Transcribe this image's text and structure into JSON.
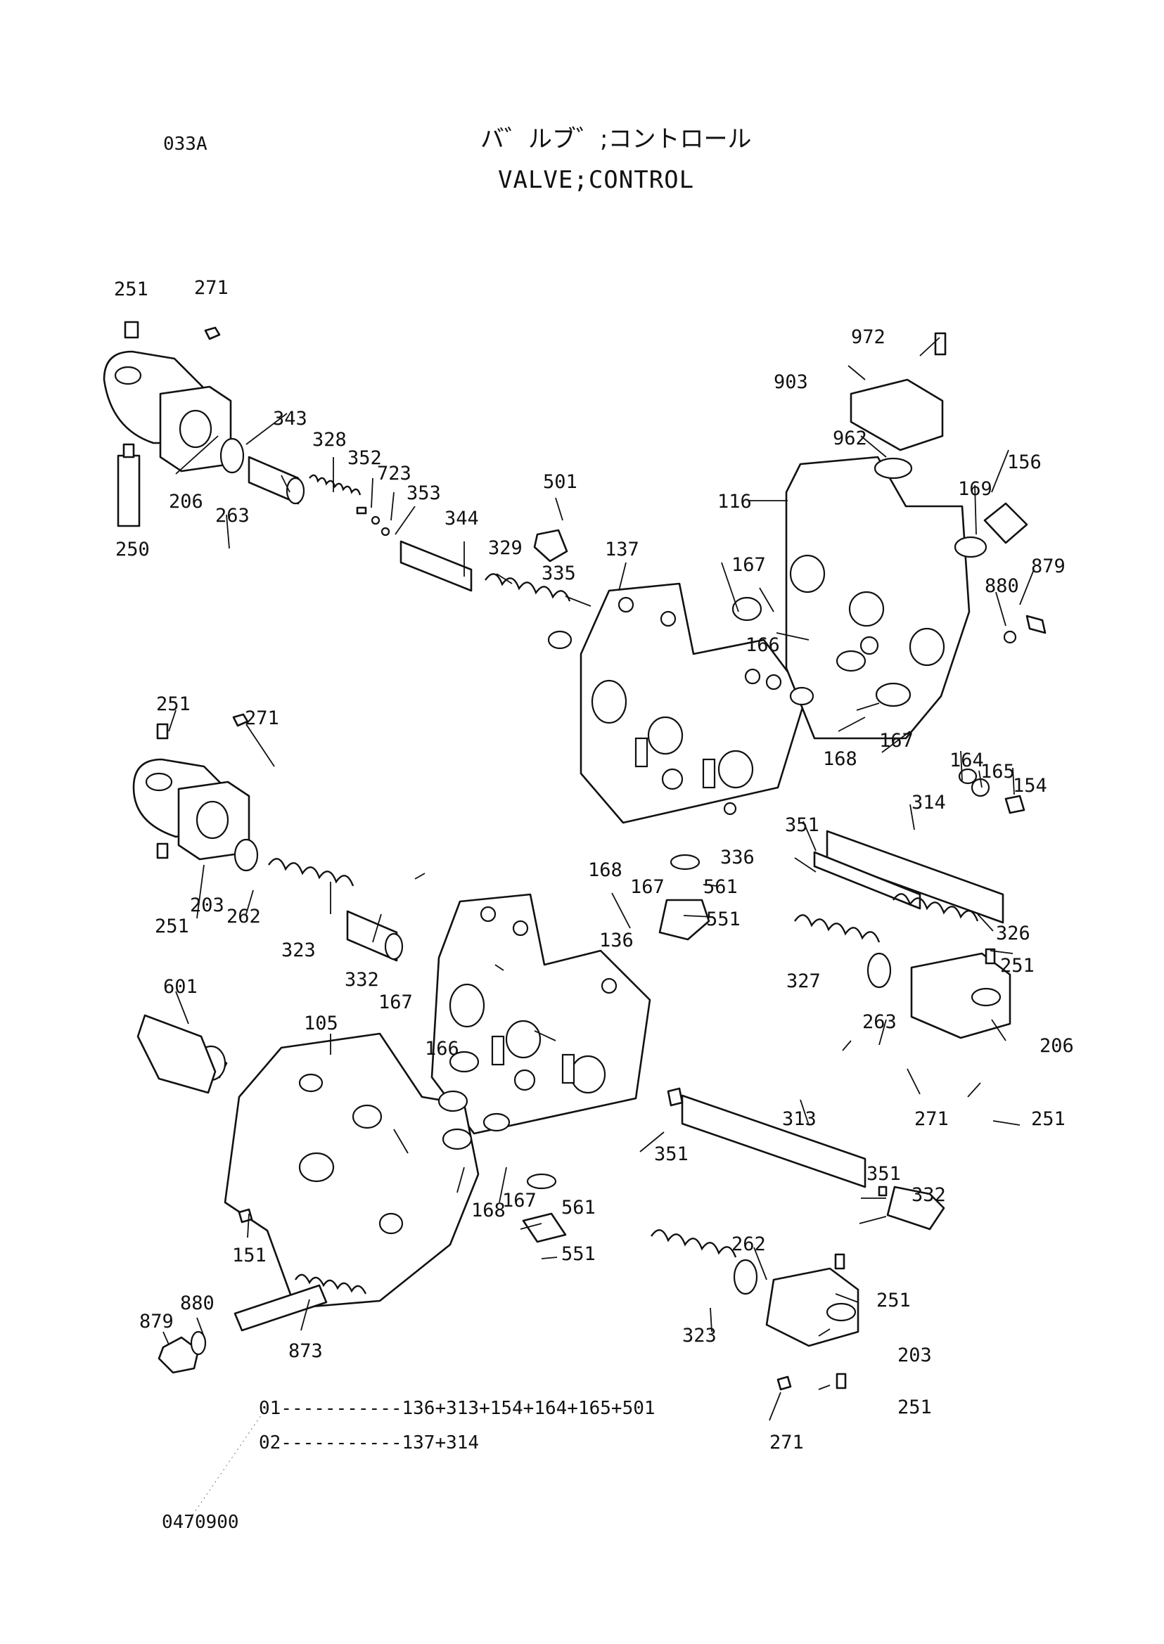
{
  "header": {
    "code": "033A",
    "title_jp": "バ゛ルブ゛;コントロール",
    "title_en": "VALVE;CONTROL"
  },
  "kits": [
    {
      "no": "01",
      "dots": "-----------",
      "parts": "136+313+154+164+165+501"
    },
    {
      "no": "02",
      "dots": "-----------",
      "parts": "137+314"
    }
  ],
  "drawing_no": "0470900",
  "parts": [
    "251",
    "271",
    "250",
    "206",
    "263",
    "343",
    "328",
    "352",
    "723",
    "353",
    "344",
    "329",
    "501",
    "335",
    "137",
    "972",
    "903",
    "962",
    "116",
    "156",
    "169",
    "879",
    "880",
    "167",
    "166",
    "167",
    "168",
    "164",
    "165",
    "154",
    "314",
    "351",
    "336",
    "561",
    "551",
    "326",
    "251",
    "271",
    "203",
    "262",
    "323",
    "332",
    "167",
    "166",
    "168",
    "167",
    "251",
    "136",
    "327",
    "263",
    "251",
    "206",
    "271",
    "251",
    "601",
    "105",
    "151",
    "168",
    "167",
    "561",
    "551",
    "351",
    "313",
    "351",
    "332",
    "262",
    "251",
    "203",
    "323",
    "271",
    "251",
    "879",
    "880",
    "873"
  ]
}
